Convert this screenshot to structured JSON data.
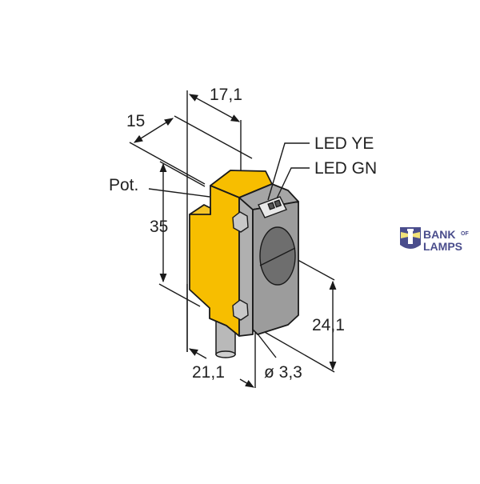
{
  "diagram": {
    "type": "dimension-drawing",
    "subject": "photoelectric sensor housing",
    "dimensions": {
      "width_top": "17,1",
      "depth_top": "15",
      "height_left": "35",
      "height_right": "24,1",
      "width_bottom": "21,1",
      "hole_diameter": "ø 3,3"
    },
    "labels": {
      "potentiometer": "Pot.",
      "led_yellow": "LED YE",
      "led_green": "LED GN"
    },
    "colors": {
      "housing_yellow": "#f7be00",
      "housing_gray": "#a9a9a9",
      "housing_dark": "#8a8a8a",
      "lens": "#6e6e6e",
      "line": "#1a1a1a"
    }
  },
  "logo": {
    "line1": "BANK",
    "of": "OF",
    "line2": "LAMPS",
    "color": "#4a4d8c",
    "accent": "#f2e27a"
  }
}
